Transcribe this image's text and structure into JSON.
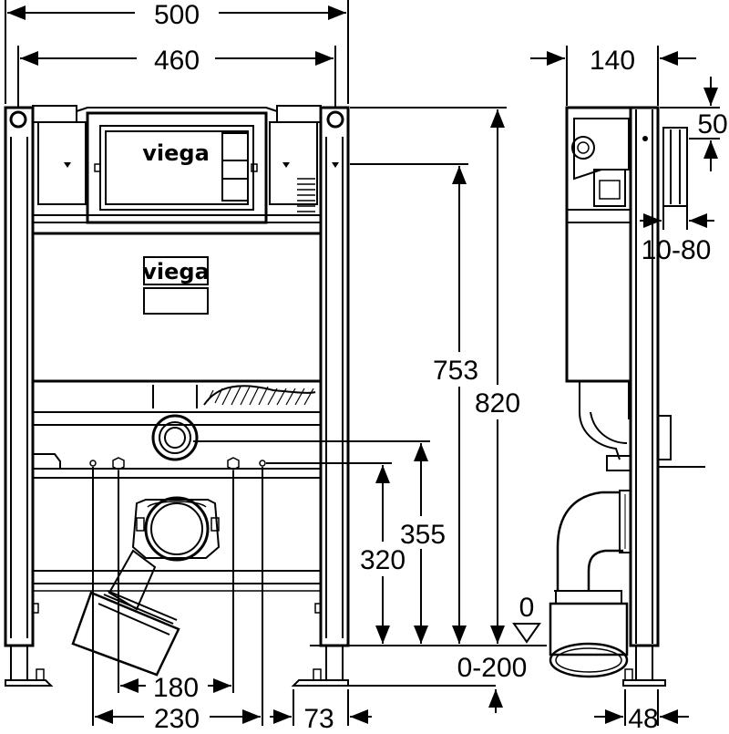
{
  "dimensions": {
    "d500": "500",
    "d460": "460",
    "d140": "140",
    "d50": "50",
    "d10_80": "10-80",
    "d753": "753",
    "d820": "820",
    "d355": "355",
    "d320": "320",
    "d0": "0",
    "d0_200": "0-200",
    "d180": "180",
    "d230": "230",
    "d73": "73",
    "d48": "48"
  },
  "branding": {
    "logo_top": "viega",
    "logo_panel": "viega"
  }
}
